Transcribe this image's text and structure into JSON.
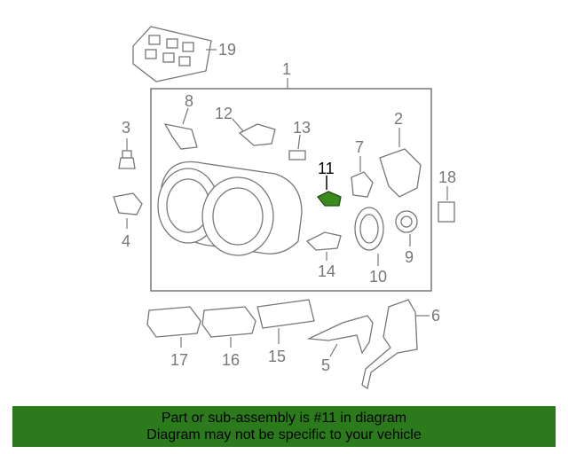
{
  "callouts": {
    "c1": "1",
    "c2": "2",
    "c3": "3",
    "c4": "4",
    "c5": "5",
    "c6": "6",
    "c7": "7",
    "c8": "8",
    "c9": "9",
    "c10": "10",
    "c11": "11",
    "c12": "12",
    "c13": "13",
    "c14": "14",
    "c15": "15",
    "c16": "16",
    "c17": "17",
    "c18": "18",
    "c19": "19"
  },
  "highlight_part": "11",
  "colors": {
    "highlight": "#3a8a1e",
    "footer_bg": "#2b7a1b",
    "line": "#777777"
  },
  "footer": {
    "line1": "Part or sub-assembly is #11 in diagram",
    "line2": "Diagram may not be specific to your vehicle"
  }
}
